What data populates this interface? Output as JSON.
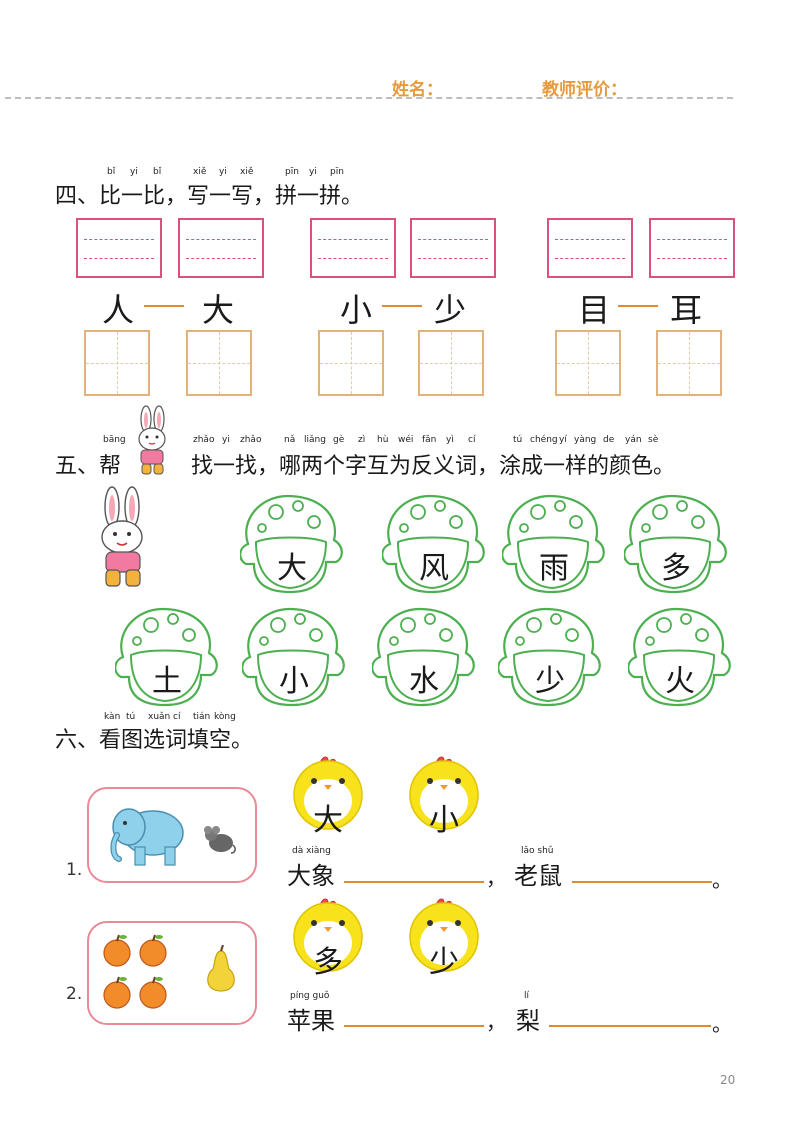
{
  "header": {
    "name_label": "姓名：",
    "teacher_label": "教师评价："
  },
  "section4": {
    "title": "四、比一比，写一写，拼一拼。",
    "pinyin": [
      "bǐ",
      "yi",
      "bǐ",
      "xiě",
      "yi",
      "xiě",
      "pīn",
      "yi",
      "pīn"
    ],
    "pairs": [
      {
        "left": "人",
        "right": "大"
      },
      {
        "left": "小",
        "right": "少"
      },
      {
        "left": "目",
        "right": "耳"
      }
    ]
  },
  "section5": {
    "title_prefix": "五、帮",
    "title_suffix": "找一找，哪两个字互为反义词，涂成一样的颜色。",
    "pinyin": [
      "bāng",
      "zhǎo",
      "yi",
      "zhǎo",
      "nǎ",
      "liǎng",
      "gè",
      "zì",
      "hù",
      "wéi",
      "fǎn",
      "yì",
      "cí",
      "tú",
      "chéng",
      "yí",
      "yàng",
      "de",
      "yán",
      "sè"
    ],
    "row1": [
      "大",
      "风",
      "雨",
      "多"
    ],
    "row2": [
      "土",
      "小",
      "水",
      "少",
      "火"
    ]
  },
  "section6": {
    "title": "六、看图选词填空。",
    "pinyin": [
      "kàn",
      "tú",
      "xuǎn",
      "cí",
      "tián",
      "kòng"
    ],
    "q1": {
      "num": "1.",
      "options": [
        "大",
        "小"
      ],
      "word1": "大象",
      "word1_pinyin": "dà xiàng",
      "word2": "老鼠",
      "word2_pinyin": "lǎo shǔ",
      "comma": "，",
      "period": "。"
    },
    "q2": {
      "num": "2.",
      "options": [
        "多",
        "少"
      ],
      "word1": "苹果",
      "word1_pinyin": "píng guǒ",
      "word2": "梨",
      "word2_pinyin": "lí",
      "comma": "，",
      "period": "。"
    }
  },
  "page_number": "20",
  "colors": {
    "accent_orange": "#e79a3c",
    "pink": "#d9527b",
    "mushroom_green": "#4caf50",
    "chick_yellow": "#f7e21b"
  }
}
